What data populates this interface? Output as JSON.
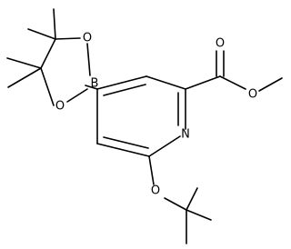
{
  "molecule": {
    "atoms": [
      {
        "id": "n1",
        "label": "N"
      },
      {
        "id": "o_ether",
        "label": "O"
      },
      {
        "id": "b1",
        "label": "B"
      },
      {
        "id": "o_pin_a",
        "label": "O"
      },
      {
        "id": "o_pin_b",
        "label": "O"
      },
      {
        "id": "o_carbonyl",
        "label": "O"
      },
      {
        "id": "o_ester",
        "label": "O"
      }
    ]
  }
}
